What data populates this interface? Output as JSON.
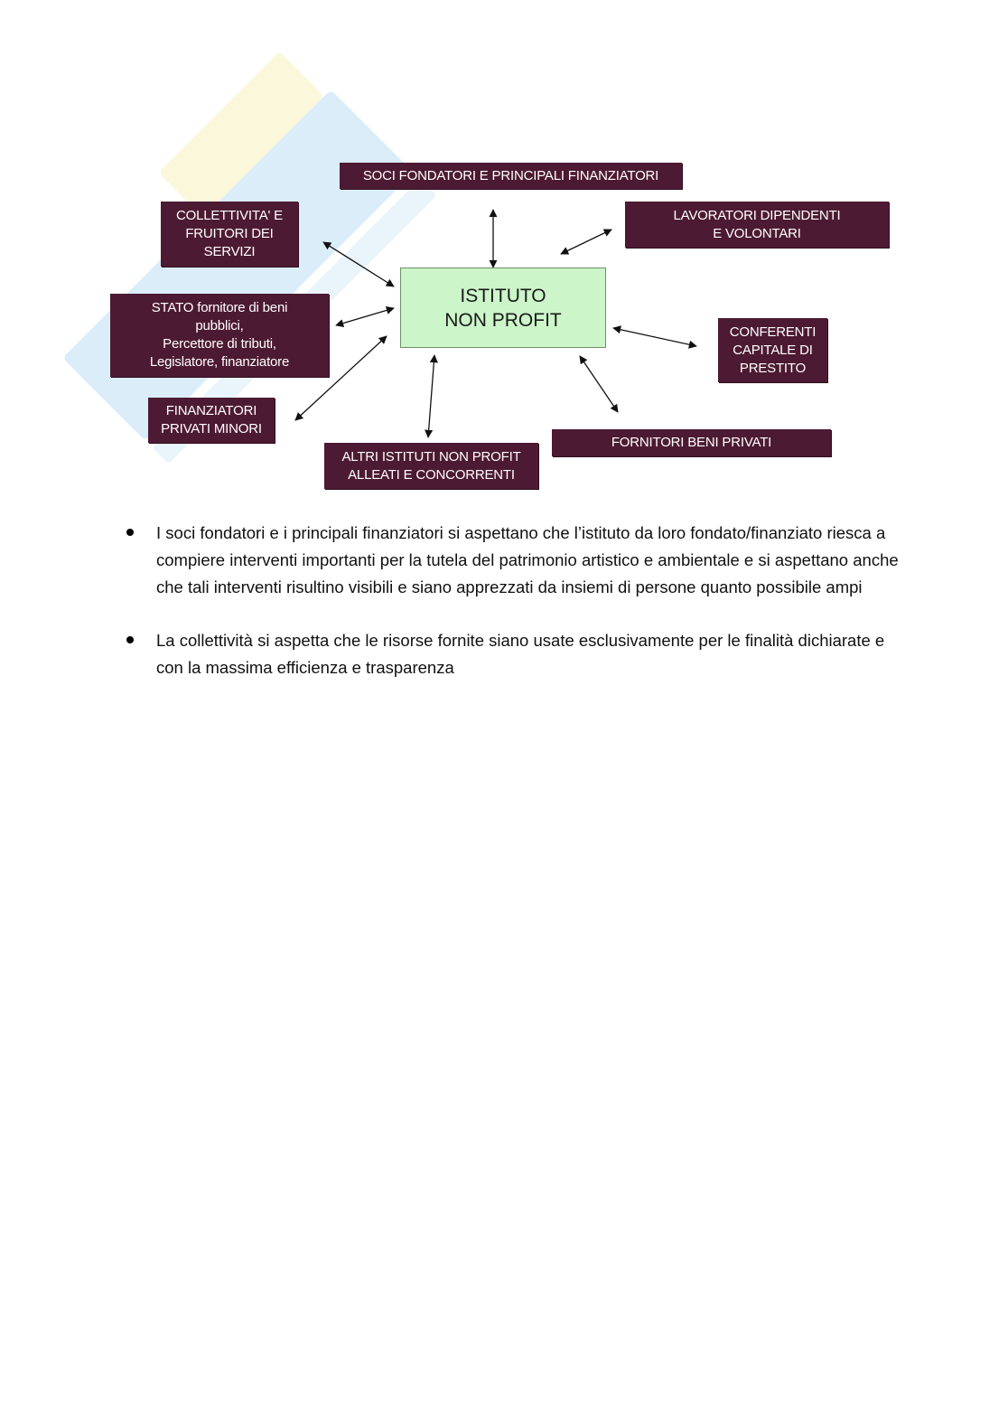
{
  "diagram": {
    "center": "ISTITUTO\nNON PROFIT",
    "soci": "SOCI FONDATORI E PRINCIPALI FINANZIATORI",
    "collettivita": "COLLETTIVITA' E\nFRUITORI DEI\nSERVIZI",
    "lavoratori": "LAVORATORI DIPENDENTI\nE VOLONTARI",
    "stato": "STATO fornitore di beni\npubblici,\nPercettore di tributi,\nLegislatore, finanziatore",
    "conferenti": "CONFERENTI\nCAPITALE DI\nPRESTITO",
    "finanziatori_privati": "FINANZIATORI\nPRIVATI MINORI",
    "altri_istituti": "ALTRI ISTITUTI NON PROFIT\nALLEATI E CONCORRENTI",
    "fornitori": "FORNITORI BENI PRIVATI"
  },
  "colors": {
    "box_bg": "#4d1a33",
    "center_bg": "#ccf5c9",
    "watermark": "#3aa0e0"
  },
  "bullets": [
    "I soci fondatori e i principali finanziatori si aspettano che l’istituto da loro fondato/finanziato riesca a compiere interventi importanti per la tutela del patrimonio artistico e ambientale e si aspettano anche che tali interventi risultino visibili e siano apprezzati da insiemi di persone quanto possibile ampi",
    "La collettività si aspetta che le risorse fornite siano usate esclusivamente per le finalità dichiarate e con la massima efficienza e trasparenza"
  ]
}
